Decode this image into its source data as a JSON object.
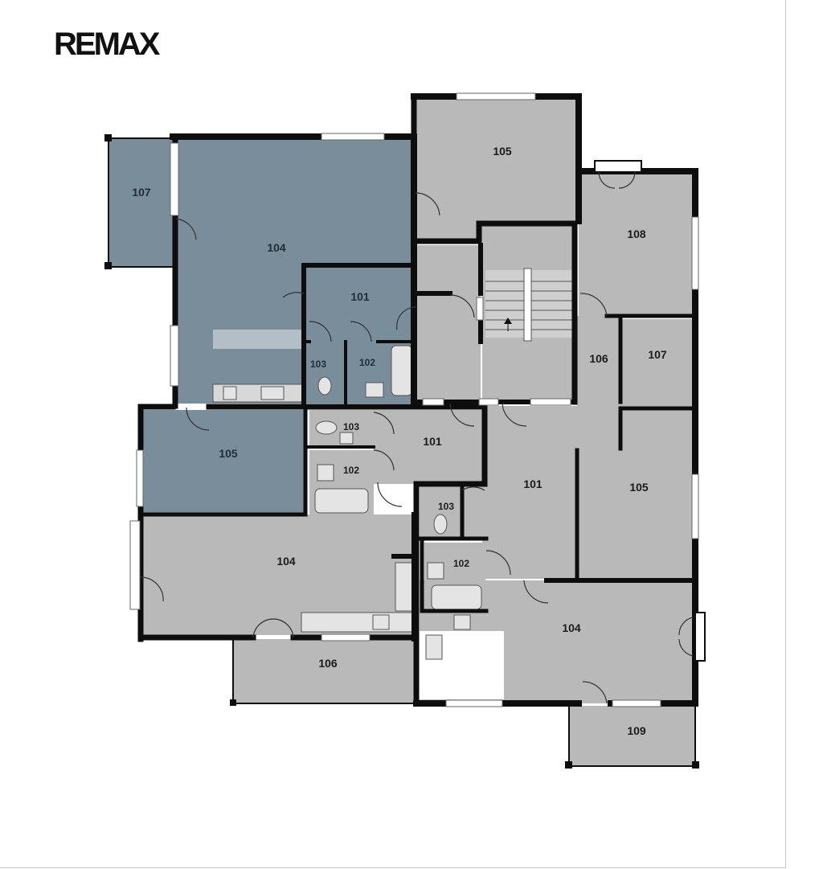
{
  "brand": {
    "logo_text": "REMAX"
  },
  "colors": {
    "highlight_room": "#7a8d9a",
    "room": "#b9b9b9",
    "wall": "#0d0d0d",
    "window": "#ffffff",
    "fixture": "#e6e6e6"
  },
  "rooms": [
    {
      "id": "r107a",
      "label": "107"
    },
    {
      "id": "r104a",
      "label": "104"
    },
    {
      "id": "r101a",
      "label": "101"
    },
    {
      "id": "r103a",
      "label": "103"
    },
    {
      "id": "r102a",
      "label": "102"
    },
    {
      "id": "r105a",
      "label": "105"
    },
    {
      "id": "r105b",
      "label": "105"
    },
    {
      "id": "r108",
      "label": "108"
    },
    {
      "id": "r106a",
      "label": "106"
    },
    {
      "id": "r107b",
      "label": "107"
    },
    {
      "id": "r103b",
      "label": "103"
    },
    {
      "id": "r101b",
      "label": "101"
    },
    {
      "id": "r102b",
      "label": "102"
    },
    {
      "id": "r101c",
      "label": "101"
    },
    {
      "id": "r105c",
      "label": "105"
    },
    {
      "id": "r103c",
      "label": "103"
    },
    {
      "id": "r104b",
      "label": "104"
    },
    {
      "id": "r102c",
      "label": "102"
    },
    {
      "id": "r106b",
      "label": "106"
    },
    {
      "id": "r104c",
      "label": "104"
    },
    {
      "id": "r109",
      "label": "109"
    }
  ]
}
